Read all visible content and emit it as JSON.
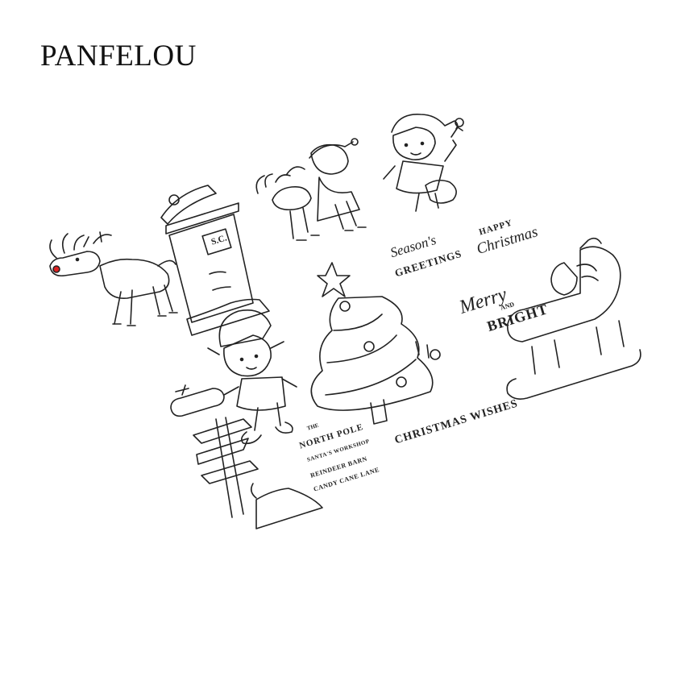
{
  "brand": "PANFELOU",
  "stamps": {
    "seasons_line1": "Season's",
    "seasons_line2": "GREETINGS",
    "happy": "HAPPY",
    "christmas": "Christmas",
    "merry": "Merry",
    "and": "AND",
    "bright": "BRIGHT",
    "christmas_wishes": "CHRISTMAS WISHES",
    "the": "THE",
    "north_pole": "NORTH POLE",
    "santas_workshop": "SANTA'S WORKSHOP",
    "reindeer_barn": "REINDEER BARN",
    "candy_cane_lane": "CANDY CANE LANE",
    "mailbox_label": "S.C."
  },
  "illustrations": [
    "reindeer-icon",
    "mailbox-icon",
    "elf-with-reindeer-icon",
    "waving-elf-icon",
    "christmas-tree-icon",
    "sleigh-icon",
    "standing-elf-icon",
    "signpost-icon"
  ]
}
